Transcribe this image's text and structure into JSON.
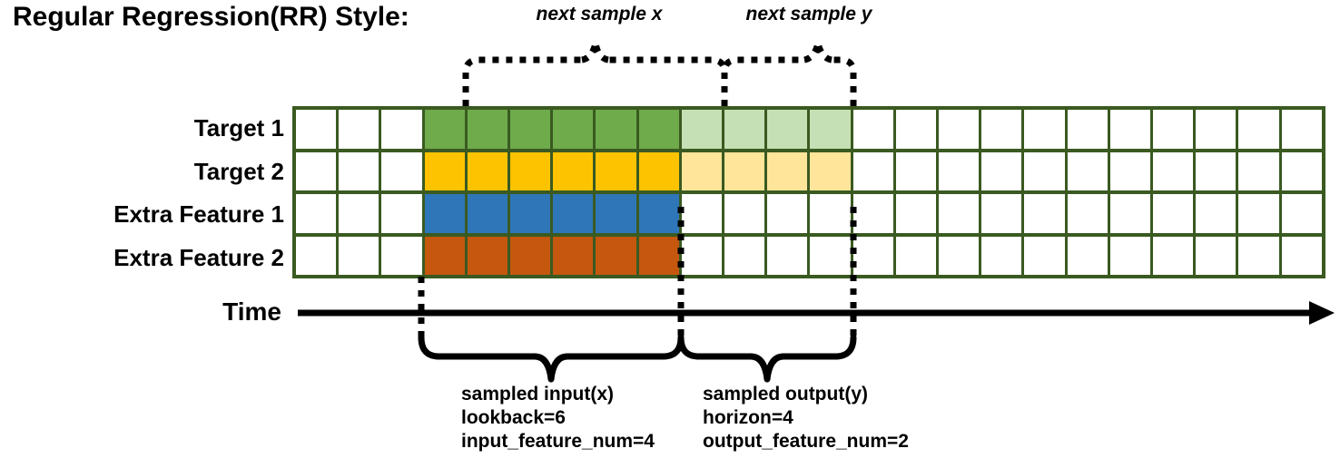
{
  "title": "Regular Regression(RR) Style:",
  "time_axis": {
    "label": "Time"
  },
  "row_labels": [
    "Target 1",
    "Target 2",
    "Extra Feature 1",
    "Extra Feature 2"
  ],
  "top_braces": [
    {
      "label": "next sample x"
    },
    {
      "label": "next sample y"
    }
  ],
  "bottom_braces": [
    {
      "line1": "sampled input(x)",
      "line2": "lookback=6",
      "line3": "input_feature_num=4"
    },
    {
      "line1": "sampled output(y)",
      "line2": "horizon=4",
      "line3": "output_feature_num=2"
    }
  ],
  "colors": {
    "grid_border": "#3a5a21",
    "target1": "#6fab4b",
    "target1_faded": "#c5e0b4",
    "target2": "#fdc300",
    "target2_faded": "#ffe59a",
    "extra_feature1": "#2e76b8",
    "extra_feature2": "#c5570f",
    "empty": "#ffffff",
    "ink": "#000000"
  },
  "grid": {
    "columns": 24,
    "rows": 4,
    "lookback_start_col": 3,
    "lookback_end_col": 9,
    "horizon_start_col": 9,
    "horizon_end_col": 13,
    "cells": [
      [
        "empty",
        "empty",
        "empty",
        "target1",
        "target1",
        "target1",
        "target1",
        "target1",
        "target1",
        "target1_faded",
        "target1_faded",
        "target1_faded",
        "target1_faded",
        "empty",
        "empty",
        "empty",
        "empty",
        "empty",
        "empty",
        "empty",
        "empty",
        "empty",
        "empty",
        "empty"
      ],
      [
        "empty",
        "empty",
        "empty",
        "target2",
        "target2",
        "target2",
        "target2",
        "target2",
        "target2",
        "target2_faded",
        "target2_faded",
        "target2_faded",
        "target2_faded",
        "empty",
        "empty",
        "empty",
        "empty",
        "empty",
        "empty",
        "empty",
        "empty",
        "empty",
        "empty",
        "empty"
      ],
      [
        "empty",
        "empty",
        "empty",
        "extra_feature1",
        "extra_feature1",
        "extra_feature1",
        "extra_feature1",
        "extra_feature1",
        "extra_feature1",
        "empty",
        "empty",
        "empty",
        "empty",
        "empty",
        "empty",
        "empty",
        "empty",
        "empty",
        "empty",
        "empty",
        "empty",
        "empty",
        "empty",
        "empty"
      ],
      [
        "empty",
        "empty",
        "empty",
        "extra_feature2",
        "extra_feature2",
        "extra_feature2",
        "extra_feature2",
        "extra_feature2",
        "extra_feature2",
        "empty",
        "empty",
        "empty",
        "empty",
        "empty",
        "empty",
        "empty",
        "empty",
        "empty",
        "empty",
        "empty",
        "empty",
        "empty",
        "empty",
        "empty"
      ]
    ]
  }
}
